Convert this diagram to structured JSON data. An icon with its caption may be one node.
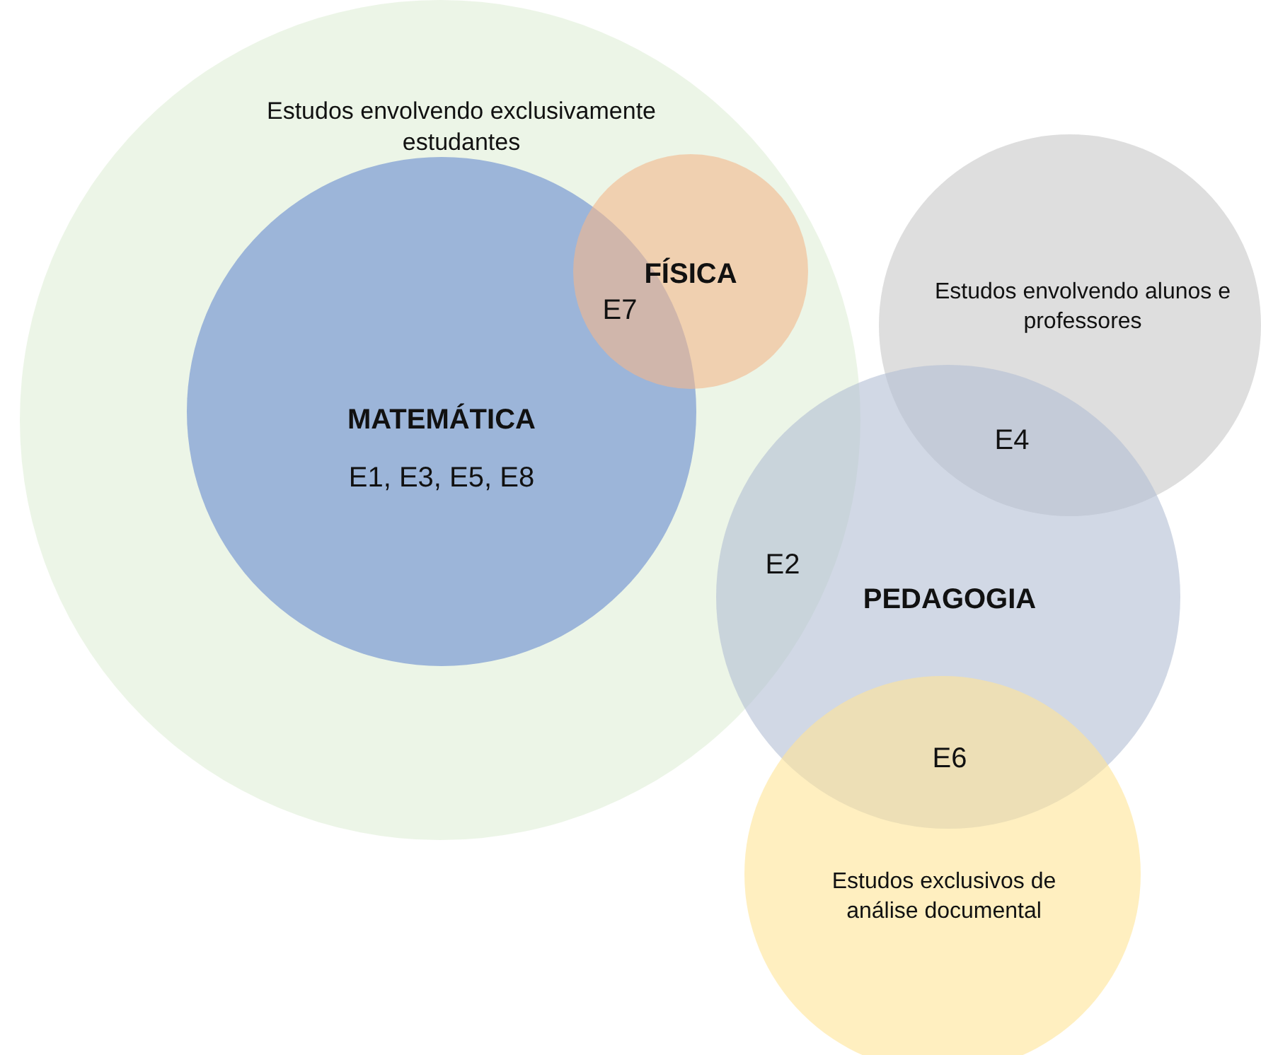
{
  "diagram": {
    "nodes": [
      {
        "text": [
          "Estudos envolvendo exclusivamente estudantes"
        ]
      },
      {
        "text": [
          "MATEMÁTICA",
          "E1, E3, E5, E8"
        ],
        "in": 0
      },
      {
        "text": [
          "FÍSICA"
        ],
        "in": 0
      },
      {
        "text": [
          "Estudos envolvendo alunos e professores"
        ]
      },
      {
        "text": [
          "PEDAGOGIA"
        ]
      },
      {
        "text": [
          "Estudos exclusivos de análise documental"
        ]
      }
    ],
    "labels": [
      "E7",
      "E4",
      "E2",
      "E6"
    ]
  }
}
